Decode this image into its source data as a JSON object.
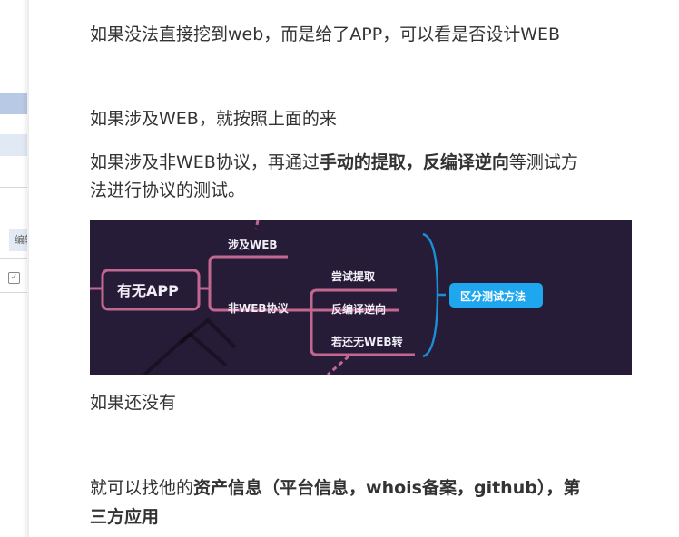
{
  "sidebar": {
    "edit_label": "编辑",
    "check_icon": "checkbox-icon"
  },
  "article": {
    "p1": "如果没法直接挖到web，而是给了APP，可以看是否设计WEB",
    "p2": "如果涉及WEB，就按照上面的来",
    "p3_pre": "如果涉及非WEB协议，再通过",
    "p3_bold1": "手动的提取，反编译逆向",
    "p3_post": "等测试方",
    "p3_line2": "法进行协议的测试。",
    "p4": "如果还没有",
    "p5_pre": "就可以找他的",
    "p5_bold": "资产信息（平台信息，whois备案，github），第",
    "p5_line2": "三方应用"
  },
  "mindmap": {
    "root": "有无APP",
    "branch_web": "涉及WEB",
    "branch_nonweb": "非WEB协议",
    "leaf1": "尝试提取",
    "leaf2": "反编译逆向",
    "leaf3": "若还无WEB转",
    "summary": "区分测试方法",
    "colors": {
      "background": "#261c38",
      "branch": "#c2678f",
      "bracket": "#1a8fd6",
      "summary_bg": "#1ea7ef"
    }
  }
}
